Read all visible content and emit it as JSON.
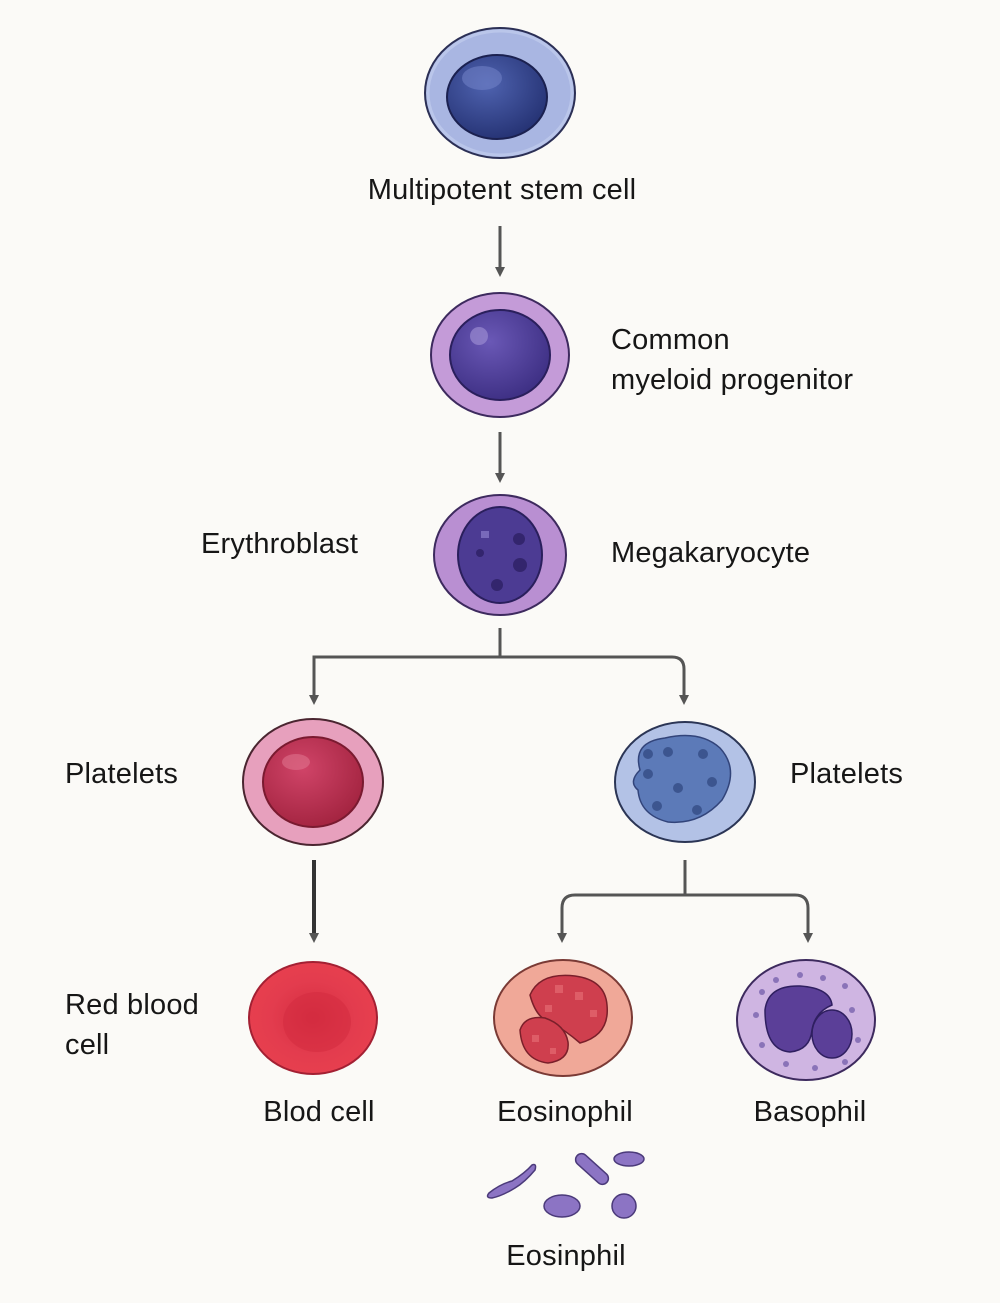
{
  "diagram": {
    "title": "Hematopoiesis lineage diagram",
    "nodes": {
      "stem": {
        "label": "Multipotent stem cell",
        "icon": "multipotent-stem-cell-icon",
        "colors": {
          "cytoplasm": "#a9b6e2",
          "nucleus": "#2d3a7a"
        }
      },
      "cmp": {
        "label": "Common\nmyeloid progenitor",
        "icon": "myeloid-progenitor-cell-icon",
        "colors": {
          "cytoplasm": "#c49bd8",
          "nucleus": "#4b3a8f"
        }
      },
      "erythroblast": {
        "label": "Erythroblast",
        "label_right": "Megakaryocyte",
        "icon": "megakaryocyte-cell-icon",
        "colors": {
          "cytoplasm": "#b98fd2",
          "nucleus": "#4c3b93"
        }
      },
      "left_mid": {
        "label": "Platelets",
        "icon": "red-progenitor-cell-icon",
        "colors": {
          "cytoplasm": "#e7a0bd",
          "nucleus": "#b32d52"
        }
      },
      "right_mid": {
        "label": "Platelets",
        "icon": "granular-blue-cell-icon",
        "colors": {
          "cytoplasm": "#b3c2e6",
          "nucleus": "#5c7ab8"
        }
      },
      "rbc": {
        "label": "Red blood\ncell",
        "sub_label": "Blod cell",
        "icon": "red-blood-cell-icon",
        "colors": {
          "cell": "#e03848"
        }
      },
      "eosinophil": {
        "label": "Eosinophil",
        "icon": "eosinophil-cell-icon",
        "colors": {
          "cytoplasm": "#f0a898",
          "nucleus": "#cf3f4e"
        }
      },
      "basophil": {
        "label": "Basophil",
        "icon": "basophil-cell-icon",
        "colors": {
          "cytoplasm": "#cfb5e2",
          "nucleus": "#5b3f98"
        }
      },
      "platelets_bottom": {
        "label": "Eosinphil",
        "icon": "platelet-fragments-icon",
        "colors": {
          "fragment": "#8c74c4"
        }
      }
    },
    "edges": [
      {
        "from": "stem",
        "to": "cmp"
      },
      {
        "from": "cmp",
        "to": "erythroblast"
      },
      {
        "from": "erythroblast",
        "to": "left_mid"
      },
      {
        "from": "erythroblast",
        "to": "right_mid"
      },
      {
        "from": "left_mid",
        "to": "rbc"
      },
      {
        "from": "right_mid",
        "to": "eosinophil"
      },
      {
        "from": "right_mid",
        "to": "basophil"
      }
    ],
    "arrow_color": "#555555",
    "background": "#fbfaf7"
  }
}
